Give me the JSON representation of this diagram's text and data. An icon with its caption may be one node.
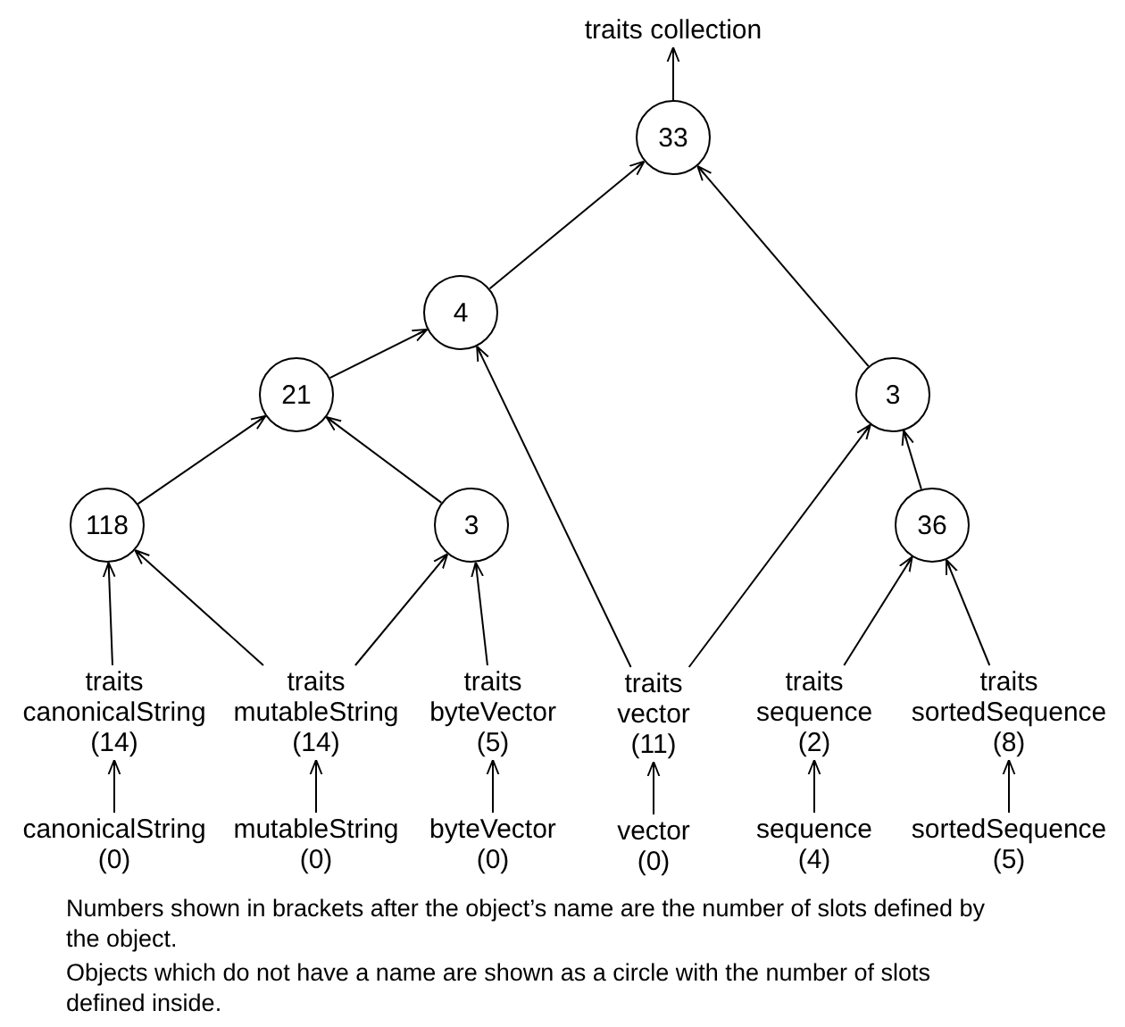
{
  "diagram": {
    "nodes": [
      {
        "text": [
          "traits collection"
        ]
      },
      {
        "text": [
          "33"
        ]
      },
      {
        "text": [
          "4"
        ]
      },
      {
        "text": [
          "21"
        ]
      },
      {
        "text": [
          "3"
        ]
      },
      {
        "text": [
          "118"
        ]
      },
      {
        "text": [
          "3"
        ]
      },
      {
        "text": [
          "36"
        ]
      },
      {
        "text": [
          "traits canonicalString (14)"
        ]
      },
      {
        "text": [
          "traits mutableString (14)"
        ]
      },
      {
        "text": [
          "traits byteVector (5)"
        ]
      },
      {
        "text": [
          "traits vector (11)"
        ]
      },
      {
        "text": [
          "traits sequence (2)"
        ]
      },
      {
        "text": [
          "traits sortedSequence (8)"
        ]
      },
      {
        "text": [
          "canonicalString (0)"
        ]
      },
      {
        "text": [
          "mutableString (0)"
        ]
      },
      {
        "text": [
          "byteVector (0)"
        ]
      },
      {
        "text": [
          "vector (0)"
        ]
      },
      {
        "text": [
          "sequence (4)"
        ]
      },
      {
        "text": [
          "sortedSequence (5)"
        ]
      }
    ],
    "edges": [
      {
        "from": 1,
        "to": 0,
        "arrow": "to"
      },
      {
        "from": 2,
        "to": 1,
        "arrow": "to"
      },
      {
        "from": 4,
        "to": 1,
        "arrow": "to"
      },
      {
        "from": 3,
        "to": 2,
        "arrow": "to"
      },
      {
        "from": 11,
        "to": 2,
        "arrow": "to"
      },
      {
        "from": 5,
        "to": 3,
        "arrow": "to"
      },
      {
        "from": 6,
        "to": 3,
        "arrow": "to"
      },
      {
        "from": 11,
        "to": 4,
        "arrow": "to"
      },
      {
        "from": 7,
        "to": 4,
        "arrow": "to"
      },
      {
        "from": 8,
        "to": 5,
        "arrow": "to"
      },
      {
        "from": 9,
        "to": 5,
        "arrow": "to"
      },
      {
        "from": 9,
        "to": 6,
        "arrow": "to"
      },
      {
        "from": 10,
        "to": 6,
        "arrow": "to"
      },
      {
        "from": 12,
        "to": 7,
        "arrow": "to"
      },
      {
        "from": 13,
        "to": 7,
        "arrow": "to"
      },
      {
        "from": 14,
        "to": 8,
        "arrow": "to"
      },
      {
        "from": 15,
        "to": 9,
        "arrow": "to"
      },
      {
        "from": 16,
        "to": 10,
        "arrow": "to"
      },
      {
        "from": 17,
        "to": 11,
        "arrow": "to"
      },
      {
        "from": 18,
        "to": 12,
        "arrow": "to"
      },
      {
        "from": 19,
        "to": 13,
        "arrow": "to"
      }
    ],
    "labels": [
      "Numbers shown in brackets after the object’s name are the number of slots defined by the object.",
      "Objects which do not have a name are shown as a circle with the number of slots defined inside."
    ]
  }
}
